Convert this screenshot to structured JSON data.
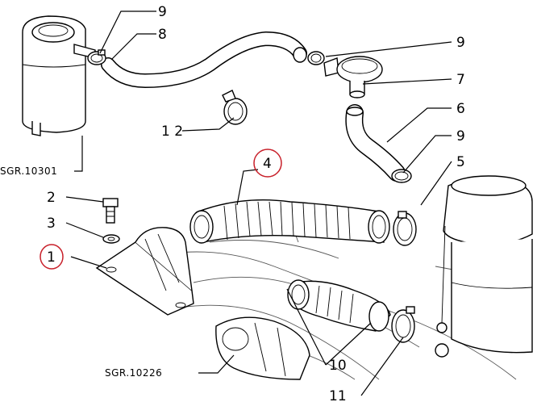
{
  "diagram": {
    "callouts": {
      "c9a": "9",
      "c8": "8",
      "c9b": "9",
      "c7": "7",
      "c6": "6",
      "c9c": "9",
      "c5": "5",
      "c12": "1 2",
      "c4": "4",
      "c2": "2",
      "c3": "3",
      "c1": "1",
      "c10": "10",
      "c11": "11"
    },
    "references": {
      "top_left": "SGR.10301",
      "bottom_left": "SGR.10226"
    },
    "highlight_color": "#c8202a"
  }
}
